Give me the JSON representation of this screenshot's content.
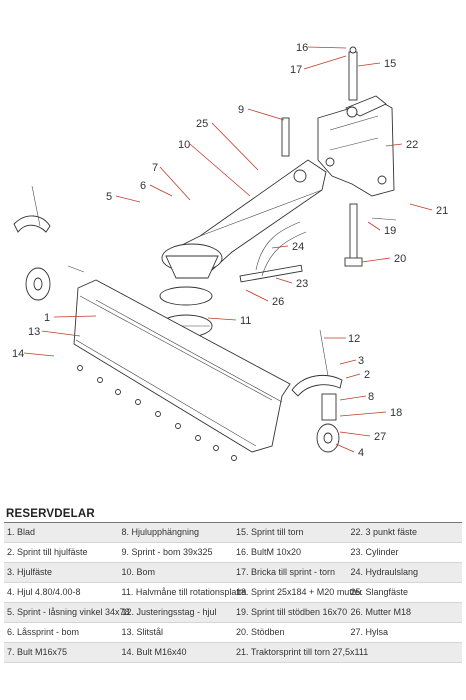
{
  "callouts": [
    "1",
    "2",
    "3",
    "4",
    "5",
    "6",
    "7",
    "8",
    "9",
    "10",
    "11",
    "12",
    "13",
    "14",
    "15",
    "16",
    "17",
    "18",
    "19",
    "20",
    "21",
    "22",
    "23",
    "24",
    "25",
    "26",
    "27"
  ],
  "heading": "RESERVDELAR",
  "parts": [
    [
      "1. Blad",
      "8. Hjulupphängning",
      "15. Sprint till torn",
      "22. 3 punkt fäste"
    ],
    [
      "2. Sprint till hjulfäste",
      "9.  Sprint - bom 39x325",
      "16. BultM 10x20",
      "23. Cylinder"
    ],
    [
      "3. Hjulfäste",
      "10. Bom",
      "17. Bricka till sprint - torn",
      "24. Hydraulslang"
    ],
    [
      "4. Hjul 4.80/4.00-8",
      "11. Halvmåne till rotationsplatta",
      "18. Sprint 25x184 + M20 mutter",
      "25. Slangfäste"
    ],
    [
      "5. Sprint - låsning vinkel 34x78",
      "12. Justeringsstag - hjul",
      "19. Sprint till stödben 16x70",
      "26. Mutter M18"
    ],
    [
      "6. Låssprint - bom",
      "13. Slitstål",
      "20. Stödben",
      "27. Hylsa"
    ],
    [
      "7. Bult M16x75",
      "14. Bult M16x40",
      "21. Traktorsprint till torn 27,5x111",
      ""
    ]
  ]
}
